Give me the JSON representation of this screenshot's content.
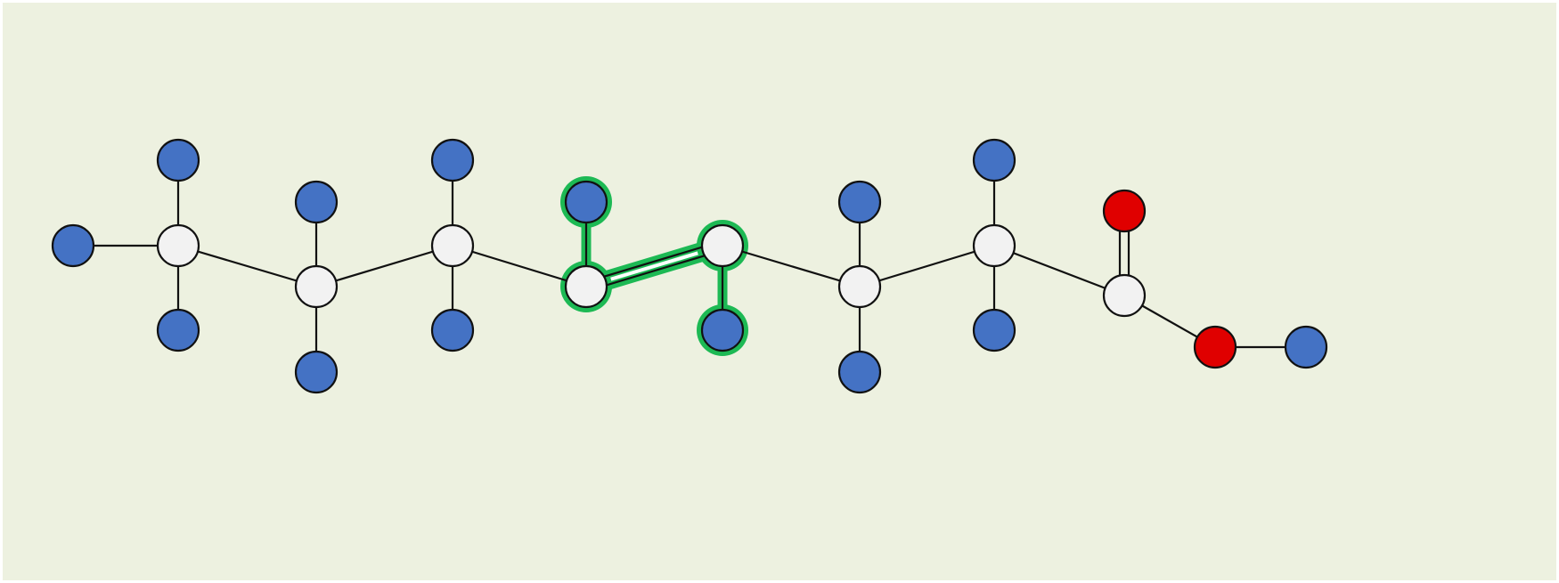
{
  "diagram": {
    "background_color": "#edf1e0",
    "frame_color": "#ffffff",
    "bond_color": "#111111",
    "highlight_color": "#1db954",
    "atom_colors": {
      "carbon": "#f2f2f2",
      "hydrogen": "#4472c4",
      "oxygen": "#e00000"
    },
    "atoms": [
      {
        "id": "H1",
        "element": "hydrogen",
        "highlight": false
      },
      {
        "id": "C1",
        "element": "carbon",
        "highlight": false
      },
      {
        "id": "H2",
        "element": "hydrogen",
        "highlight": false
      },
      {
        "id": "H3",
        "element": "hydrogen",
        "highlight": false
      },
      {
        "id": "C2",
        "element": "carbon",
        "highlight": false
      },
      {
        "id": "H4",
        "element": "hydrogen",
        "highlight": false
      },
      {
        "id": "H5",
        "element": "hydrogen",
        "highlight": false
      },
      {
        "id": "C3",
        "element": "carbon",
        "highlight": false
      },
      {
        "id": "H6",
        "element": "hydrogen",
        "highlight": false
      },
      {
        "id": "H7",
        "element": "hydrogen",
        "highlight": false
      },
      {
        "id": "C4",
        "element": "carbon",
        "highlight": true
      },
      {
        "id": "H8",
        "element": "hydrogen",
        "highlight": true
      },
      {
        "id": "C5",
        "element": "carbon",
        "highlight": true
      },
      {
        "id": "H9",
        "element": "hydrogen",
        "highlight": true
      },
      {
        "id": "C6",
        "element": "carbon",
        "highlight": false
      },
      {
        "id": "H10",
        "element": "hydrogen",
        "highlight": false
      },
      {
        "id": "H11",
        "element": "hydrogen",
        "highlight": false
      },
      {
        "id": "C7",
        "element": "carbon",
        "highlight": false
      },
      {
        "id": "H12",
        "element": "hydrogen",
        "highlight": false
      },
      {
        "id": "H13",
        "element": "hydrogen",
        "highlight": false
      },
      {
        "id": "C8",
        "element": "carbon",
        "highlight": false
      },
      {
        "id": "O1",
        "element": "oxygen",
        "highlight": false
      },
      {
        "id": "O2",
        "element": "oxygen",
        "highlight": false
      },
      {
        "id": "H14",
        "element": "hydrogen",
        "highlight": false
      }
    ],
    "bonds": [
      {
        "from": "H1",
        "to": "C1",
        "order": 1,
        "highlight": false
      },
      {
        "from": "C1",
        "to": "H2",
        "order": 1,
        "highlight": false
      },
      {
        "from": "C1",
        "to": "H3",
        "order": 1,
        "highlight": false
      },
      {
        "from": "C1",
        "to": "C2",
        "order": 1,
        "highlight": false
      },
      {
        "from": "C2",
        "to": "H4",
        "order": 1,
        "highlight": false
      },
      {
        "from": "C2",
        "to": "H5",
        "order": 1,
        "highlight": false
      },
      {
        "from": "C2",
        "to": "C3",
        "order": 1,
        "highlight": false
      },
      {
        "from": "C3",
        "to": "H6",
        "order": 1,
        "highlight": false
      },
      {
        "from": "C3",
        "to": "H7",
        "order": 1,
        "highlight": false
      },
      {
        "from": "C3",
        "to": "C4",
        "order": 1,
        "highlight": false
      },
      {
        "from": "C4",
        "to": "H8",
        "order": 1,
        "highlight": true
      },
      {
        "from": "C4",
        "to": "C5",
        "order": 2,
        "highlight": true
      },
      {
        "from": "C5",
        "to": "H9",
        "order": 1,
        "highlight": true
      },
      {
        "from": "C5",
        "to": "C6",
        "order": 1,
        "highlight": false
      },
      {
        "from": "C6",
        "to": "H10",
        "order": 1,
        "highlight": false
      },
      {
        "from": "C6",
        "to": "H11",
        "order": 1,
        "highlight": false
      },
      {
        "from": "C6",
        "to": "C7",
        "order": 1,
        "highlight": false
      },
      {
        "from": "C7",
        "to": "H12",
        "order": 1,
        "highlight": false
      },
      {
        "from": "C7",
        "to": "H13",
        "order": 1,
        "highlight": false
      },
      {
        "from": "C7",
        "to": "C8",
        "order": 1,
        "highlight": false
      },
      {
        "from": "C8",
        "to": "O1",
        "order": 2,
        "highlight": false
      },
      {
        "from": "C8",
        "to": "O2",
        "order": 1,
        "highlight": false
      },
      {
        "from": "O2",
        "to": "H14",
        "order": 1,
        "highlight": false
      }
    ]
  }
}
